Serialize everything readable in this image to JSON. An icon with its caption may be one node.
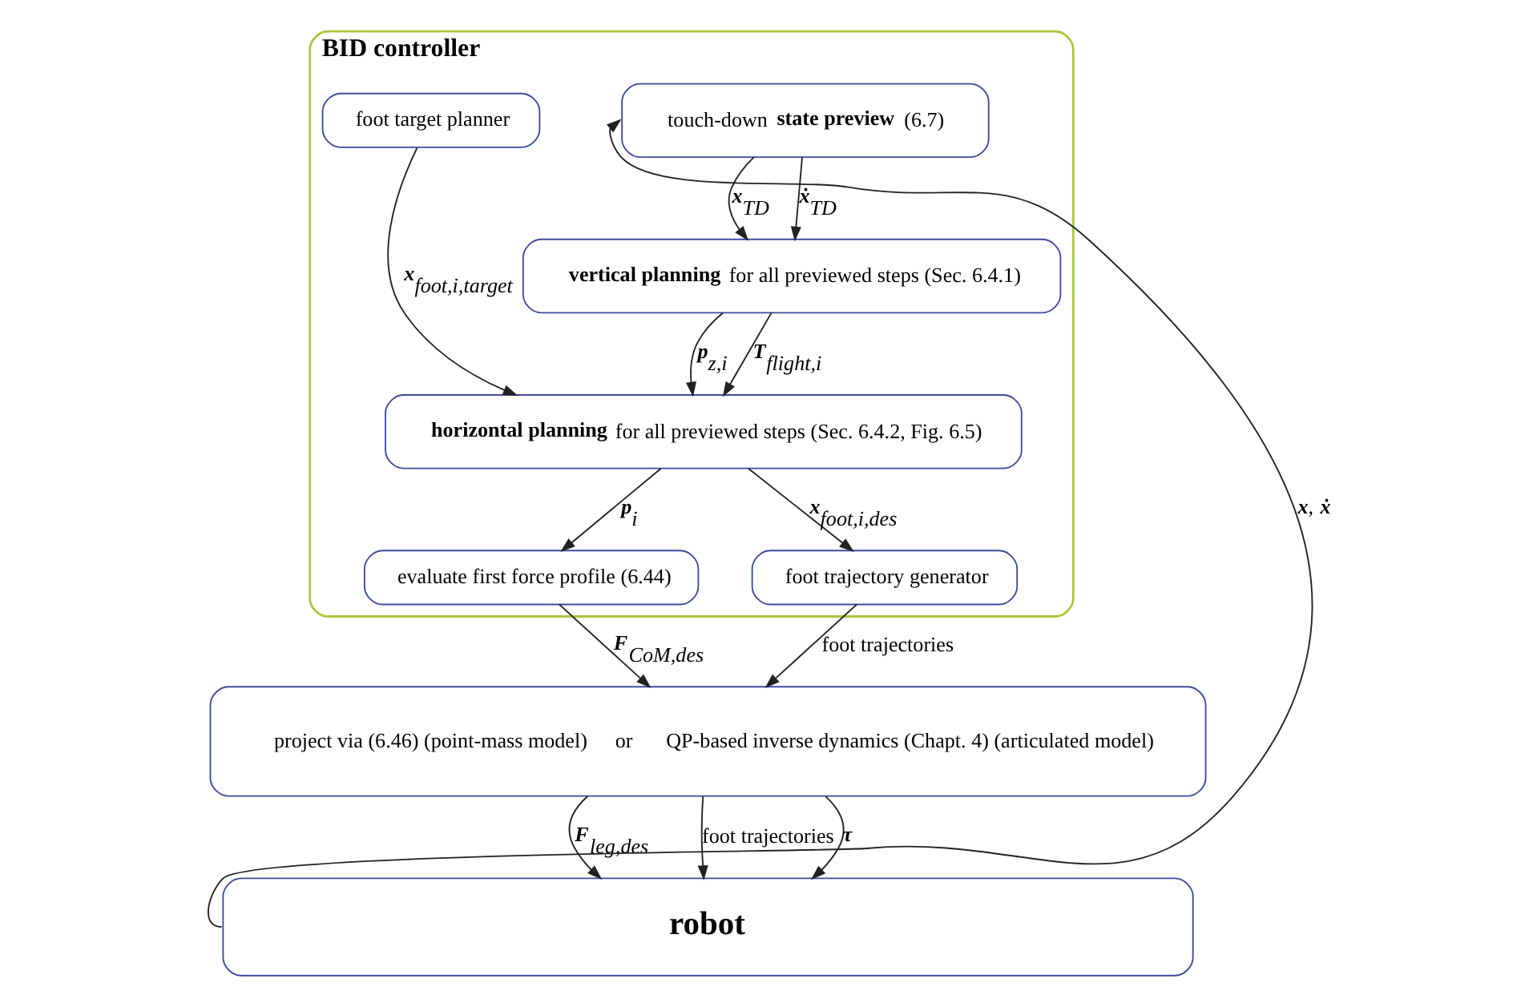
{
  "diagram": {
    "nodes": [
      {
        "text": [
          "BID controller"
        ]
      },
      {
        "text": [
          "touch-down **state preview** (6.7)"
        ],
        "in": 0
      },
      {
        "text": [
          "foot target planner"
        ],
        "in": 0
      },
      {
        "text": [
          "**vertical planning** for all previewed steps (Sec. 6.4.1)"
        ],
        "in": 0
      },
      {
        "text": [
          "**horizontal planning** for all previewed steps (Sec. 6.4.2, Fig. 6.5)"
        ],
        "in": 0
      },
      {
        "text": [
          "evaluate first force profile (6.44)"
        ],
        "in": 0
      },
      {
        "text": [
          "foot trajectory generator"
        ],
        "in": 0
      },
      {
        "text": [
          "project via (6.46) (point-mass model)",
          "or",
          "QP-based inverse dynamics (Chapt. 4) (articulated model)"
        ]
      },
      {
        "text": [
          "robot"
        ]
      }
    ],
    "edges": [
      {
        "from": 1,
        "to": 3,
        "arrow": "to",
        "label": "*x*$_{TD}$"
      },
      {
        "from": 1,
        "to": 3,
        "arrow": "to",
        "label": "*ẋ*$_{TD}$"
      },
      {
        "from": 3,
        "to": 4,
        "arrow": "to",
        "label": "*p*$_{z,i}$"
      },
      {
        "from": 3,
        "to": 4,
        "arrow": "to",
        "label": "*T*$_{flight,i}$"
      },
      {
        "from": 2,
        "to": 4,
        "arrow": "to",
        "label": "*x*$_{foot,i,target}$"
      },
      {
        "from": 4,
        "to": 5,
        "arrow": "to",
        "label": "*p*$_{i}$"
      },
      {
        "from": 4,
        "to": 6,
        "arrow": "to",
        "label": "*x*$_{foot,i,des}$"
      },
      {
        "from": 5,
        "to": 7,
        "arrow": "to",
        "label": "*F*$_{CoM,des}$"
      },
      {
        "from": 6,
        "to": 7,
        "arrow": "to",
        "label": "foot trajectories"
      },
      {
        "from": 7,
        "to": 8,
        "arrow": "to",
        "label": "*F*$_{leg,des}$"
      },
      {
        "from": 7,
        "to": 8,
        "arrow": "to",
        "label": "foot trajectories"
      },
      {
        "from": 7,
        "to": 8,
        "arrow": "to",
        "label": "*τ*"
      },
      {
        "from": 8,
        "to": 1,
        "arrow": "to",
        "label": "*x*, *ẋ*"
      }
    ]
  }
}
